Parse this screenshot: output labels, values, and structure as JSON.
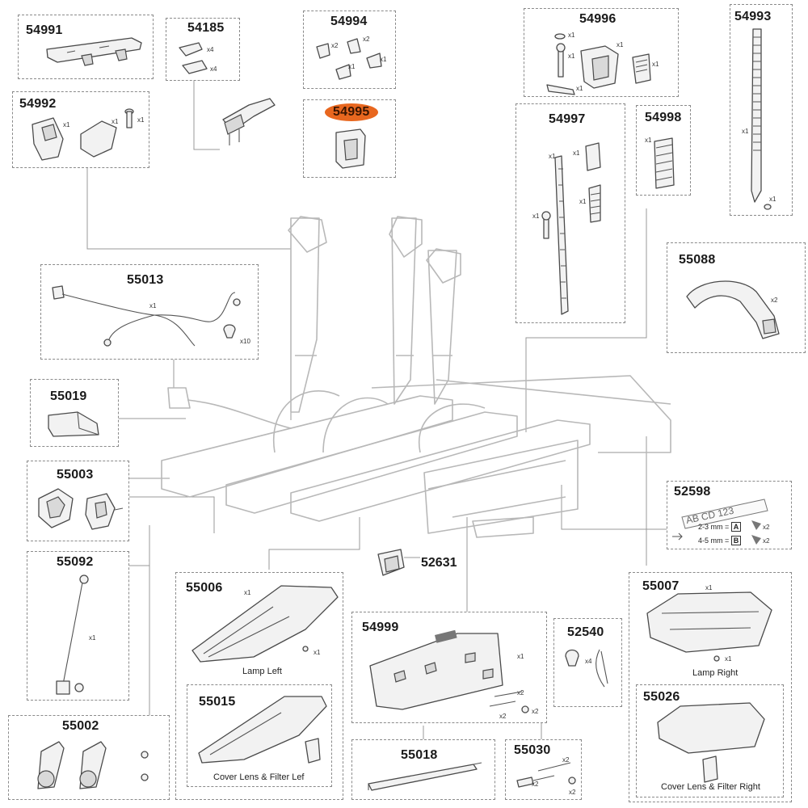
{
  "diagram": {
    "highlight_color": "#e8671f",
    "main_assembly_icon": "bike-carrier-3-icon"
  },
  "parts": {
    "p54991": {
      "number": "54991",
      "icon": "foot-plate-icon"
    },
    "p54185": {
      "number": "54185",
      "icon": "clamp-lever-icon",
      "qty1": "x4",
      "qty2": "x4"
    },
    "p54994": {
      "number": "54994",
      "icon": "small-clips-icon",
      "qty1": "x2",
      "qty2": "x2",
      "qty3": "x1",
      "qty4": "x1"
    },
    "p54995": {
      "number": "54995",
      "icon": "bracket-icon",
      "highlighted": true
    },
    "p54996": {
      "number": "54996",
      "icon": "lock-set-icon",
      "qty1": "x1",
      "qty2": "x1",
      "qty3": "x1",
      "qty4": "x1",
      "qty5": "x1"
    },
    "p54993": {
      "number": "54993",
      "icon": "long-strap-icon",
      "qty1": "x1",
      "qty2": "x1"
    },
    "p54992": {
      "number": "54992",
      "icon": "hinge-knob-icon",
      "qty1": "x1",
      "qty2": "x1",
      "qty3": "x1"
    },
    "p54997": {
      "number": "54997",
      "icon": "strap-set-icon",
      "qty1": "x1",
      "qty2": "x1",
      "qty3": "x1",
      "qty4": "x1"
    },
    "p54998": {
      "number": "54998",
      "icon": "ratchet-pad-icon",
      "qty1": "x1"
    },
    "p55013": {
      "number": "55013",
      "icon": "wiring-harness-icon",
      "qty1": "x1",
      "qty2": "x10"
    },
    "p55088": {
      "number": "55088",
      "icon": "handle-icon",
      "qty1": "x2"
    },
    "p55019": {
      "number": "55019",
      "icon": "rubber-block-icon"
    },
    "p55003": {
      "number": "55003",
      "icon": "end-caps-icon"
    },
    "p52598": {
      "number": "52598",
      "icon": "license-plate-sticker-icon",
      "plate_text": "AB CD 123",
      "range1": "2-3 mm =",
      "mark1": "A",
      "qty1": "x2",
      "range2": "4-5 mm =",
      "mark2": "B",
      "qty2": "x2"
    },
    "p55092": {
      "number": "55092",
      "icon": "rod-icon",
      "qty1": "x1"
    },
    "p52631": {
      "number": "52631",
      "icon": "connector-cover-icon"
    },
    "p55006": {
      "number": "55006",
      "icon": "lamp-left-icon",
      "qty1": "x1",
      "qty2": "x1",
      "caption": "Lamp Left"
    },
    "p55015": {
      "number": "55015",
      "icon": "cover-lens-left-icon",
      "caption": "Cover Lens & Filter Lef"
    },
    "p54999": {
      "number": "54999",
      "icon": "plate-holder-icon",
      "qty1": "x1",
      "qty2": "x2",
      "qty3": "x2",
      "qty4": "x2"
    },
    "p52540": {
      "number": "52540",
      "icon": "cable-tie-icon",
      "qty1": "x4"
    },
    "p55007": {
      "number": "55007",
      "icon": "lamp-right-icon",
      "qty1": "x1",
      "qty2": "x1",
      "caption": "Lamp Right"
    },
    "p55026": {
      "number": "55026",
      "icon": "cover-lens-right-icon",
      "caption": "Cover Lens & Filter Right"
    },
    "p55002": {
      "number": "55002",
      "icon": "wheel-set-icon"
    },
    "p55018": {
      "number": "55018",
      "icon": "rail-icon"
    },
    "p55030": {
      "number": "55030",
      "icon": "bolt-set-icon",
      "qty1": "x2",
      "qty2": "x2",
      "qty3": "x2"
    }
  }
}
